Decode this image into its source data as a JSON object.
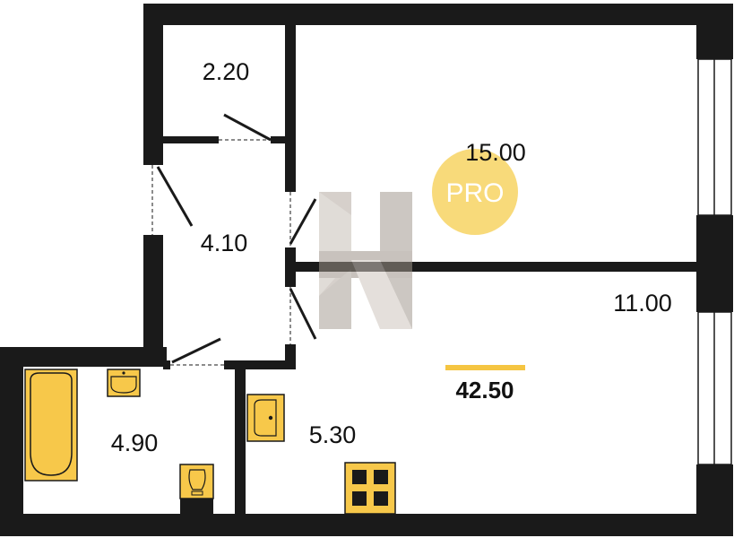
{
  "rooms": [
    {
      "id": "storage",
      "area": "2.20"
    },
    {
      "id": "living-room",
      "area": "15.00"
    },
    {
      "id": "hallway",
      "area": "4.10"
    },
    {
      "id": "kitchen",
      "area": "11.00"
    },
    {
      "id": "bathroom",
      "area": "4.90"
    },
    {
      "id": "kitchen-corner",
      "area": "5.30"
    }
  ],
  "total_area": "42.50",
  "badge": {
    "text": "PRO"
  },
  "colors": {
    "wall": "#1a1a1a",
    "fixture_fill": "#f7c84a",
    "accent_bar": "#f5c542",
    "badge": "#f7d66b",
    "watermark": "#b5aba2"
  }
}
